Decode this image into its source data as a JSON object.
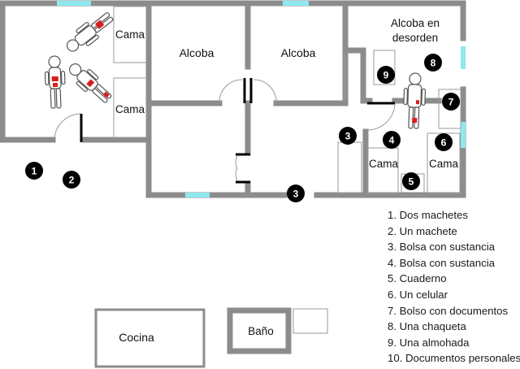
{
  "rooms": {
    "cama_1": "Cama",
    "cama_2": "Cama",
    "alcoba_1": "Alcoba",
    "alcoba_2": "Alcoba",
    "alcoba_desorden_line1": "Alcoba en",
    "alcoba_desorden_line2": "desorden",
    "cama_3": "Cama",
    "cama_4": "Cama",
    "cocina": "Cocina",
    "bano": "Baño"
  },
  "markers": {
    "m1": "1",
    "m2": "2",
    "m3a": "3",
    "m3b": "3",
    "m4": "4",
    "m5": "5",
    "m6": "6",
    "m7": "7",
    "m8": "8",
    "m9": "9"
  },
  "legend": [
    "1. Dos machetes",
    "2. Un machete",
    "3. Bolsa con sustancia",
    "4. Bolsa con sustancia",
    "5. Cuaderno",
    "6. Un celular",
    "7. Bolso con documentos",
    "8. Una chaqueta",
    "9. Una almohada",
    "10. Documentos personales"
  ],
  "colors": {
    "wall": "#8c8c8c",
    "window": "#8ee8ee",
    "marker": "#000000",
    "body_mark": "#d81e1e"
  }
}
